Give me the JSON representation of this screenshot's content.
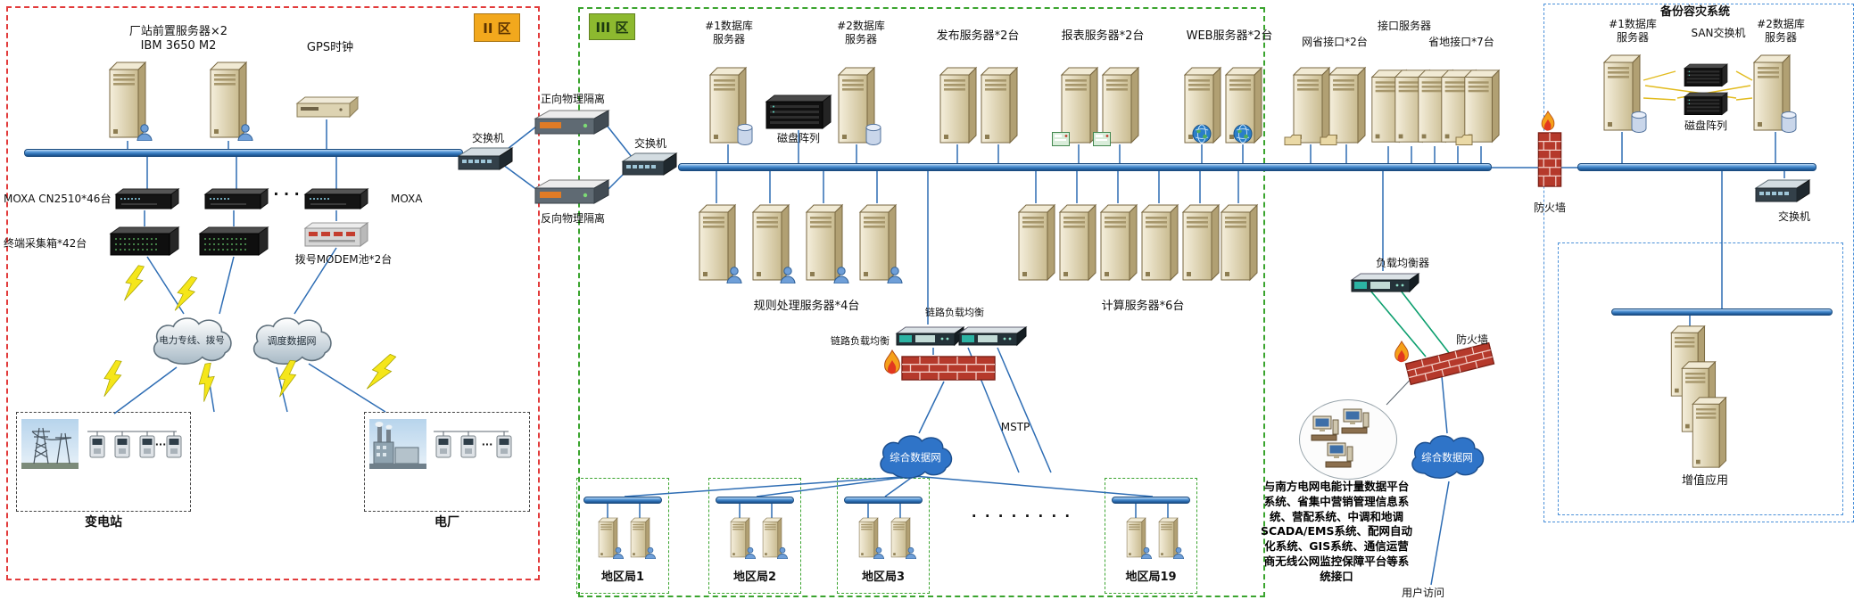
{
  "zone2": {
    "tag": "II 区",
    "front_server_label_1": "厂站前置服务器×2",
    "front_server_label_2": "IBM 3650 M2",
    "gps_label": "GPS时钟",
    "moxa_label": "MOXA CN2510*46台",
    "terminal_label": "终端采集箱*42台",
    "modem_label": "拨号MODEM池*2台",
    "moxa_right_label": "MOXA",
    "dots": "· · ·",
    "cloud_power": "电力专线、拨号",
    "cloud_dispatch": "调度数据网",
    "substation_label": "变电站",
    "substation_dots": "···",
    "plant_label": "电厂",
    "plant_dots": "···"
  },
  "middle": {
    "switch1_label": "交换机",
    "forward_isolation_label": "正向物理隔离",
    "reverse_isolation_label": "反向物理隔离",
    "switch2_label": "交换机"
  },
  "zone3": {
    "tag": "III 区",
    "db1_label_1": "#1数据库",
    "db1_label_2": "服务器",
    "disk_array_label": "磁盘阵列",
    "db2_label_1": "#2数据库",
    "db2_label_2": "服务器",
    "publish_label": "发布服务器*2台",
    "report_label": "报表服务器*2台",
    "web_label": "WEB服务器*2台",
    "province_interface_label": "网省接口*2台",
    "interface_server_label": "接口服务器",
    "local_interface_label": "省地接口*7台",
    "rule_server_label": "规则处理服务器*4台",
    "link_lb_label_1": "链路负载均衡",
    "link_lb_label_2": "链路负载均衡",
    "compute_server_label": "计算服务器*6台",
    "load_balancer_label": "负载均衡器",
    "firewall_label": "防火墙",
    "cloud_data_1": "综合数据网",
    "cloud_data_2": "综合数据网",
    "mstp_label": "MSTP",
    "bureau_1": "地区局1",
    "bureau_2": "地区局2",
    "bureau_3": "地区局3",
    "bureau_dots": "· · · · · · · ·",
    "bureau_19": "地区局19",
    "interface_note": "与南方电网电能计量数据平台系统、省集中营销管理信息系统、营配系统、中调和地调SCADA/EMS系统、配网自动化系统、GIS系统、通信运营商无线公网监控保障平台等系统接口",
    "user_access_label": "用户访问"
  },
  "backup": {
    "title": "备份容灾系统",
    "db1_label_1": "#1数据库",
    "db1_label_2": "服务器",
    "san_label": "SAN交换机",
    "db2_label_1": "#2数据库",
    "db2_label_2": "服务器",
    "disk_array_label": "磁盘阵列",
    "firewall_label": "防火墙",
    "switch_label": "交换机",
    "value_added_label": "增值应用"
  },
  "colors": {
    "zone2_border": "#e23b3b",
    "zone3_border": "#3aa42e",
    "backup_border": "#4a90d9",
    "bus": "#2f76c0",
    "zone2_tag_bg": "#f2a81d",
    "zone3_tag_bg": "#8db92f",
    "firewall": "#b5392b",
    "lightning": "#f5e61a"
  }
}
